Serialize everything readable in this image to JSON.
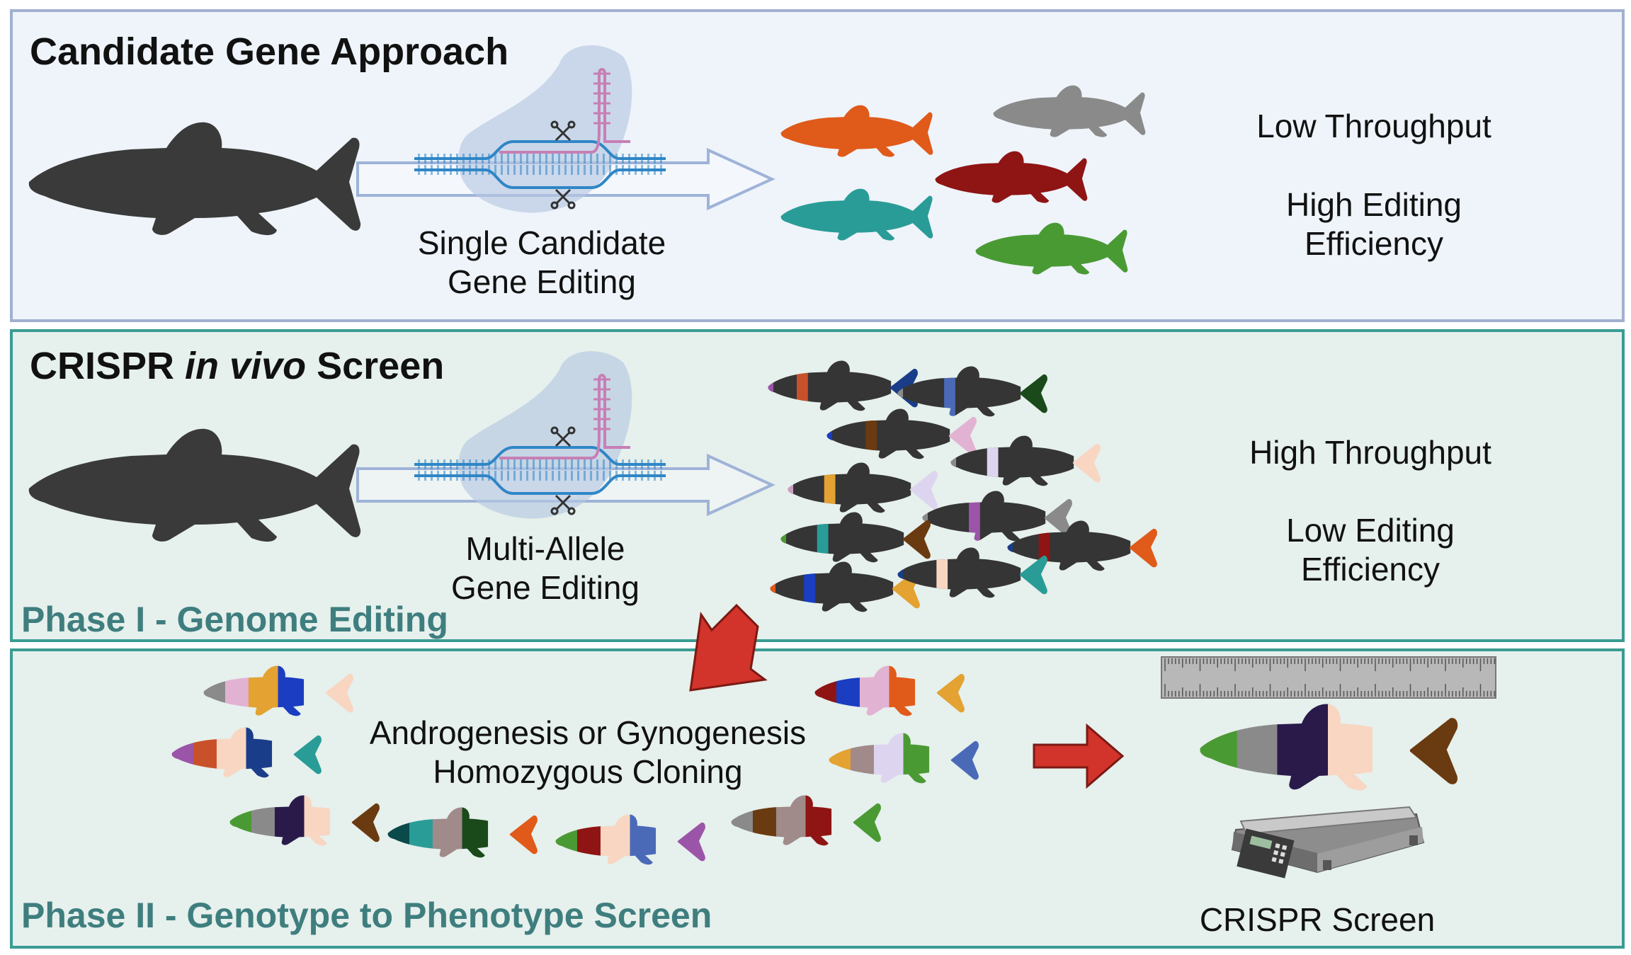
{
  "panel_candidate": {
    "title": "Candidate Gene Approach",
    "method_line1": "Single Candidate",
    "method_line2": "Gene Editing",
    "throughput": "Low Throughput",
    "efficiency_line1": "High Editing",
    "efficiency_line2": "Efficiency"
  },
  "panel_crispr": {
    "title_part1": "CRISPR ",
    "title_italic": "in vivo",
    "title_part2": " Screen",
    "method_line1": "Multi-Allele",
    "method_line2": "Gene Editing",
    "throughput": "High Throughput",
    "efficiency_line1": "Low Editing",
    "efficiency_line2": "Efficiency",
    "phase": "Phase I - Genome Editing"
  },
  "panel_phase2": {
    "method_line1": "Androgenesis or Gynogenesis",
    "method_line2": "Homozygous Cloning",
    "result_label": "CRISPR Screen",
    "phase": "Phase II - Genotype to Phenotype Screen"
  },
  "colors": {
    "silhouette": "#3a3a3a",
    "dna_blue": "#2f86c6",
    "guide_rna": "#c77fb5",
    "cas9_blob": "#b7c7e2",
    "arrow_outline": "#9fb3d8",
    "red_arrow": "#d2332a",
    "panel1_border": "#a2b0cf",
    "panel2_border": "#3a9c93"
  },
  "candidate_fish_colors": [
    "#e05a1a",
    "#8a8a8a",
    "#8f1414",
    "#2a9c97",
    "#4a9a34"
  ],
  "clone_fish_palettes": [
    [
      "#8a8a8a",
      "#e2b2d2",
      "#e3a231",
      "#1a3dc2",
      "#f8d6c2"
    ],
    [
      "#9b55a8",
      "#c9512a",
      "#f8d6c2",
      "#1a3d8a",
      "#2a9c97"
    ],
    [
      "#4a9a34",
      "#8a8a8a",
      "#2a1a4a",
      "#f8d6c2",
      "#6a3a10"
    ],
    [
      "#0a4a4a",
      "#2a9c97",
      "#a08a8a",
      "#1a4a1a",
      "#e05a1a"
    ],
    [
      "#4a9a34",
      "#8f1414",
      "#f8d6c2",
      "#4a6ab8",
      "#9b55a8"
    ],
    [
      "#8a8a8a",
      "#6a3a10",
      "#a08a8a",
      "#8f1414",
      "#4a9a34"
    ],
    [
      "#8f1414",
      "#1a3dc2",
      "#e2b2d2",
      "#e05a1a",
      "#e3a231"
    ],
    [
      "#e3a231",
      "#a08a8a",
      "#ddd5f0",
      "#4a9a34",
      "#4a6ab8"
    ]
  ],
  "screen_fish_palette": [
    "#4a9a34",
    "#8a8a8a",
    "#2a1a4a",
    "#f8d6c2",
    "#6a3a10"
  ]
}
